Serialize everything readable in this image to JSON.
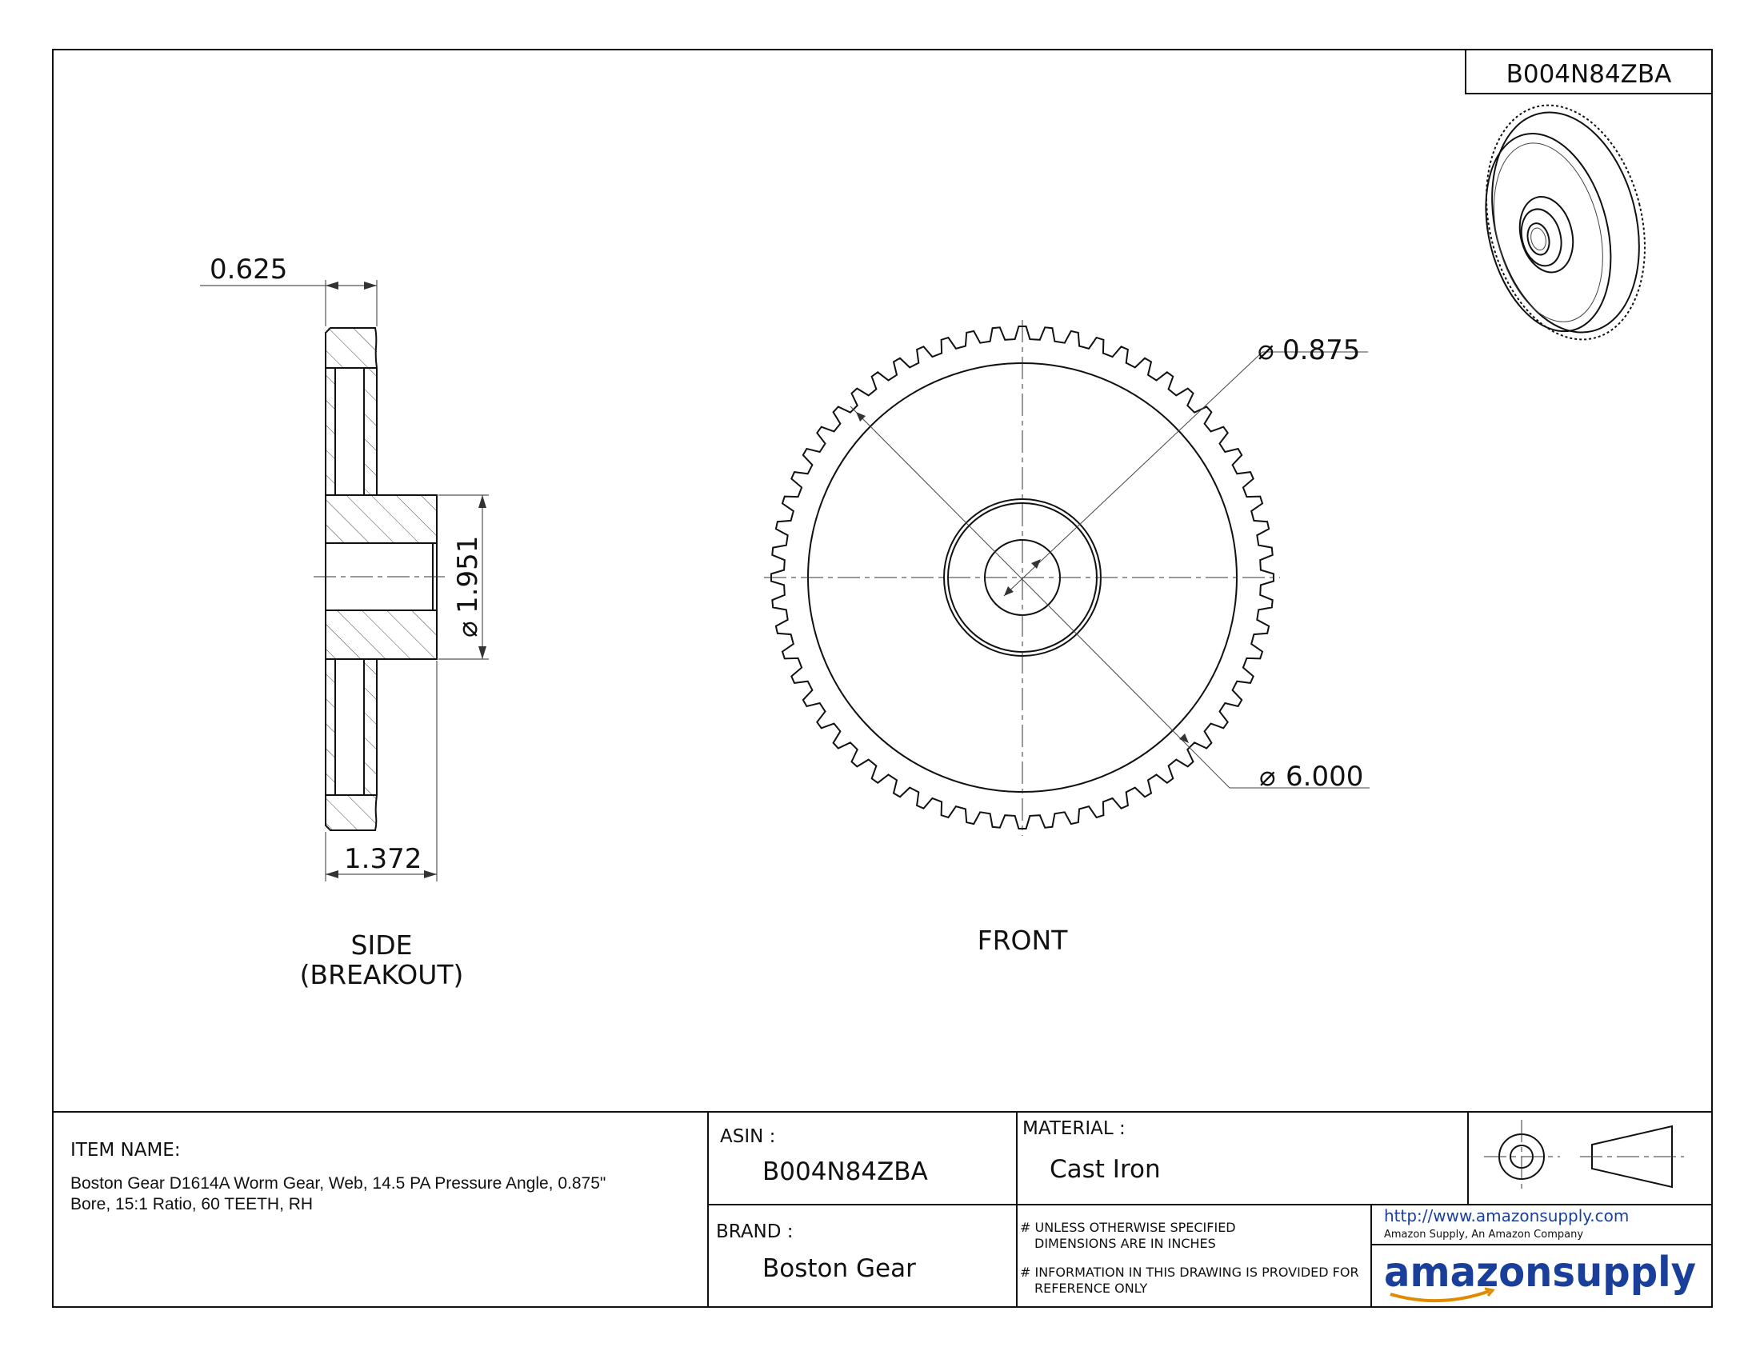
{
  "sheet": {
    "part_number": "B004N84ZBA"
  },
  "views": {
    "side_title_line1": "SIDE",
    "side_title_line2": "(BREAKOUT)",
    "front_title": "FRONT"
  },
  "dimensions": {
    "hub_length": "0.625",
    "overall_width": "1.372",
    "hub_diameter": "1.951",
    "bore_diameter": "0.875",
    "outer_diameter": "6.000",
    "diameter_symbol": "⌀"
  },
  "title_block": {
    "item_name_label": "ITEM NAME:",
    "item_name_line1": "Boston Gear D1614A Worm Gear, Web, 14.5 PA Pressure Angle, 0.875\"",
    "item_name_line2": "Bore, 15:1 Ratio, 60 TEETH, RH",
    "asin_label": "ASIN :",
    "asin_value": "B004N84ZBA",
    "material_label": "MATERIAL :",
    "material_value": "Cast Iron",
    "brand_label": "BRAND :",
    "brand_value": "Boston Gear",
    "note1_line1": "# UNLESS OTHERWISE SPECIFIED",
    "note1_line2": "DIMENSIONS ARE IN INCHES",
    "note2_line1": "# INFORMATION IN THIS DRAWING IS PROVIDED FOR",
    "note2_line2": "REFERENCE ONLY",
    "url": "http://www.amazonsupply.com",
    "company": "Amazon Supply, An Amazon Company",
    "logo_text": "amazonsupply"
  },
  "gear": {
    "teeth": 60
  }
}
